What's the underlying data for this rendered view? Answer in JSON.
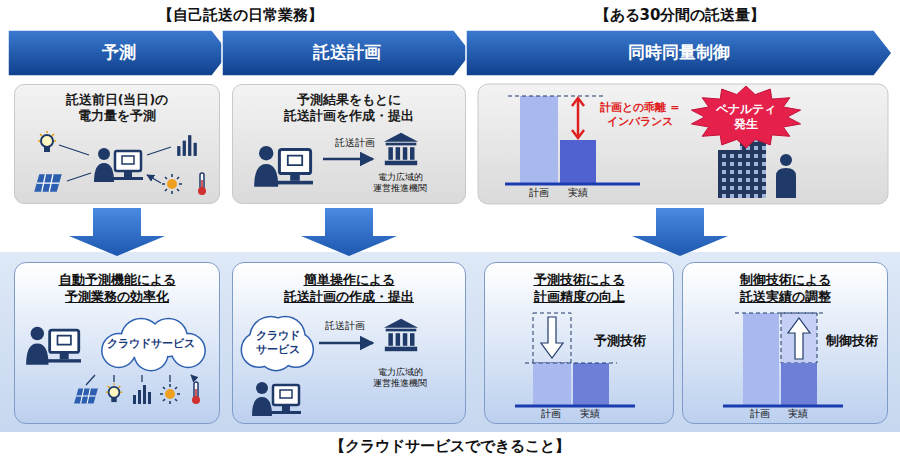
{
  "diagram": {
    "caption": "【クラウドサービスでできること】",
    "nodes": [
      {
        "text": [
          "予測"
        ]
      },
      {
        "text": [
          "託送計画"
        ]
      },
      {
        "text": [
          "同時同量制御"
        ]
      },
      {
        "text": [
          "託送前日(当日)の 電力量を予測"
        ]
      },
      {
        "text": [
          "予測結果をもとに 託送計画を作成・提出"
        ]
      },
      {
        "text": [
          "ペナルティ 発生"
        ]
      },
      {
        "text": [
          "自動予測機能による 予測業務の効率化"
        ]
      },
      {
        "text": [
          "クラウドサービス"
        ],
        "in": 6
      },
      {
        "text": [
          "簡単操作による 託送計画の作成・提出"
        ]
      },
      {
        "text": [
          "クラウド サービス"
        ],
        "in": 8
      },
      {
        "text": [
          "予測技術による 計画精度の向上"
        ]
      },
      {
        "text": [
          "制御技術による 託送実績の調整"
        ]
      }
    ],
    "edges": [
      {
        "from": 3,
        "to": 6,
        "arrow": "to"
      },
      {
        "from": 4,
        "to": 8,
        "arrow": "to"
      }
    ],
    "labels": [
      "【自己託送の日常業務】",
      "【ある30分間の託送量】",
      "託送計画",
      "電力広域的 運営推進機関",
      "計画との乖離 =インバランス",
      "計画",
      "実績",
      "託送計画",
      "電力広域的 運営推進機関",
      "予測技術",
      "計画",
      "実績",
      "制御技術",
      "計画",
      "実績"
    ]
  }
}
